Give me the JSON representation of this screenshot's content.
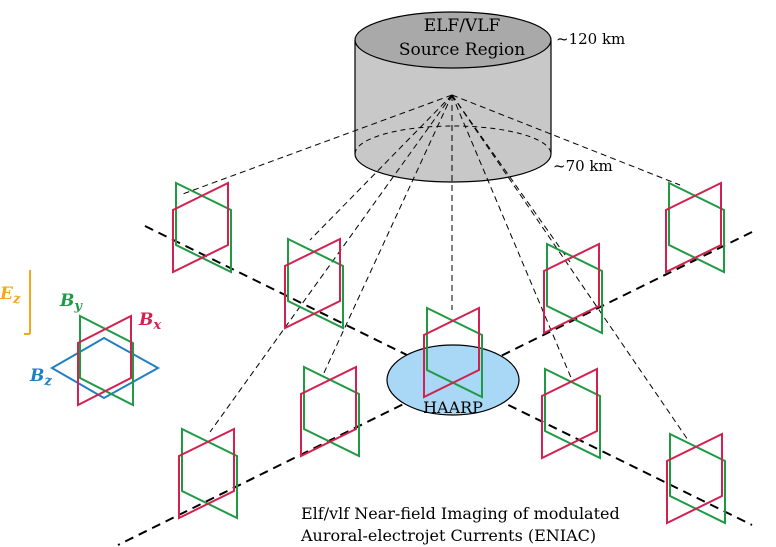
{
  "source": {
    "line1": "ELF/VLF",
    "line2": "Source Region",
    "top_alt": "~120 km",
    "bottom_alt": "~70 km"
  },
  "legend": {
    "ez": "E",
    "ez_sub": "z",
    "by": "B",
    "by_sub": "y",
    "bx": "B",
    "bx_sub": "x",
    "bz": "B",
    "bz_sub": "z"
  },
  "haarp": "HAARP",
  "caption": {
    "line1": "Elf/vlf Near-field Imaging of modulated",
    "line2": "Auroral-electrojet Currents (ENIAC)"
  },
  "colors": {
    "red": "#d3214f",
    "green": "#1e9a45",
    "blue": "#1f7fc0",
    "orange": "#f0a820",
    "cylinder": "#c8c8c8",
    "haarp_fill": "#a8d8f5"
  }
}
